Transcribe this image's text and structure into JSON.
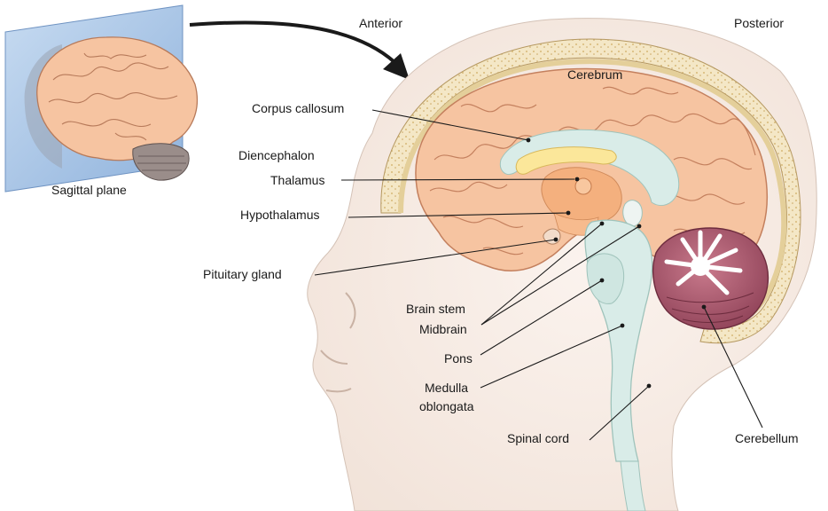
{
  "labels": {
    "sagittal_plane": "Sagittal plane",
    "anterior": "Anterior",
    "posterior": "Posterior",
    "cerebrum": "Cerebrum",
    "corpus_callosum": "Corpus callosum",
    "diencephalon": "Diencephalon",
    "thalamus": "Thalamus",
    "hypothalamus": "Hypothalamus",
    "pituitary_gland": "Pituitary gland",
    "brain_stem": "Brain stem",
    "midbrain": "Midbrain",
    "pons": "Pons",
    "medulla_line1": "Medulla",
    "medulla_line2": "oblongata",
    "spinal_cord": "Spinal cord",
    "cerebellum": "Cerebellum"
  },
  "colors": {
    "cortex": "#f6c4a1",
    "cortex_dark": "#e49a76",
    "ventricle": "#d9ece8",
    "thalamus": "#f4b07e",
    "corpus": "#fbe79a",
    "cerebellum": "#a8576b",
    "skull": "#f2e6c8",
    "skin": "#f6ece6",
    "plane": "#a9c6e8",
    "leader": "#1a1a1a"
  }
}
